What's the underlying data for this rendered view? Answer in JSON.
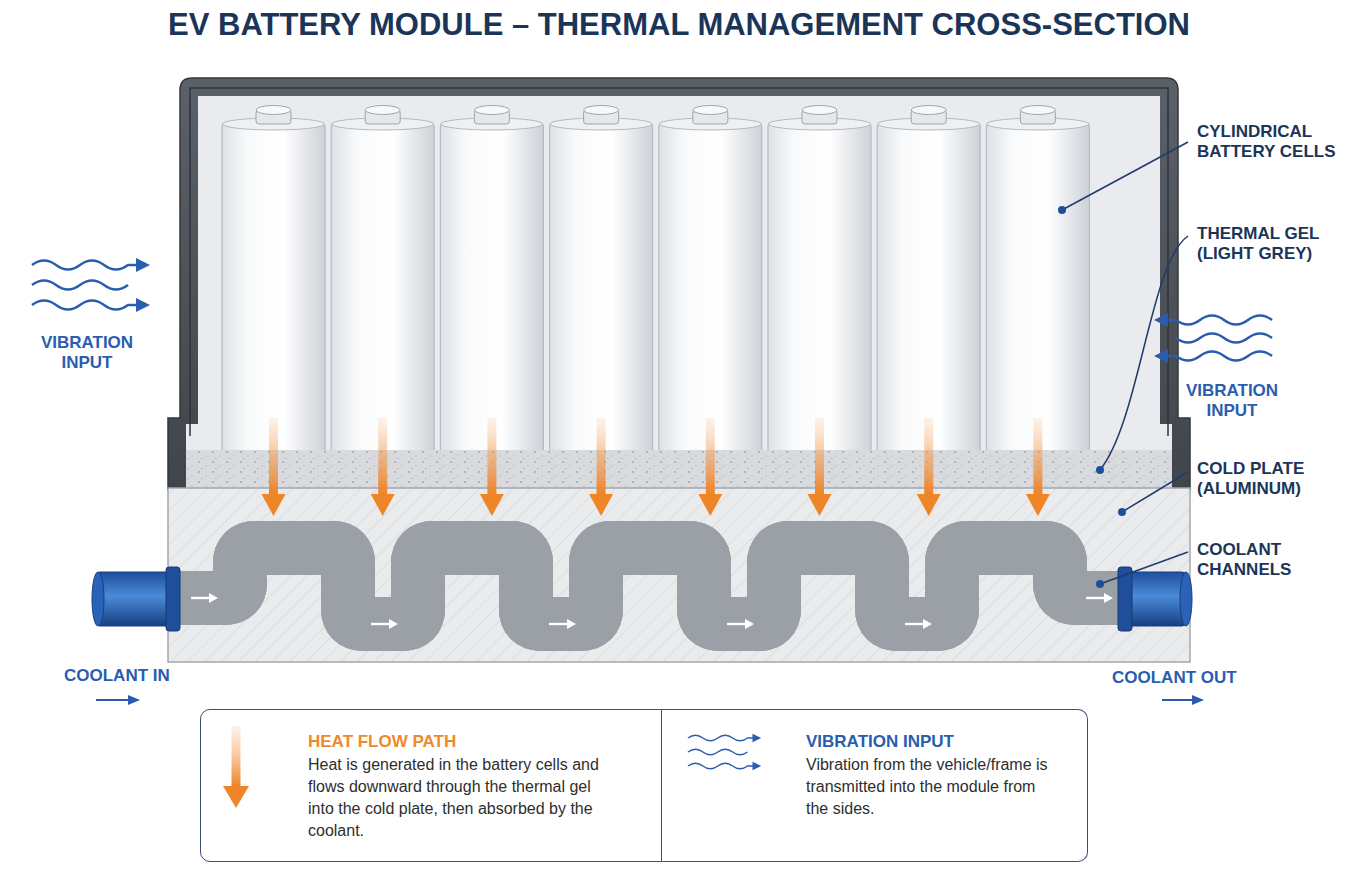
{
  "diagram": {
    "title": "EV BATTERY MODULE – THERMAL MANAGEMENT CROSS-SECTION",
    "nodes": [
      {
        "text": [
          "HEAT FLOW PATH",
          "Heat is generated in the battery cells and flows downward through the thermal gel into the cold plate, then absorbed by the coolant."
        ]
      },
      {
        "text": [
          "VIBRATION INPUT",
          "Vibration from the vehicle/frame is transmitted into the module from the sides."
        ]
      }
    ],
    "labels": [
      "CYLINDRICAL BATTERY CELLS",
      "THERMAL GEL (LIGHT GREY)",
      "VIBRATION INPUT",
      "VIBRATION INPUT",
      "COLD PLATE (ALUMINUM)",
      "COOLANT CHANNELS",
      "COOLANT IN",
      "COOLANT OUT"
    ]
  }
}
